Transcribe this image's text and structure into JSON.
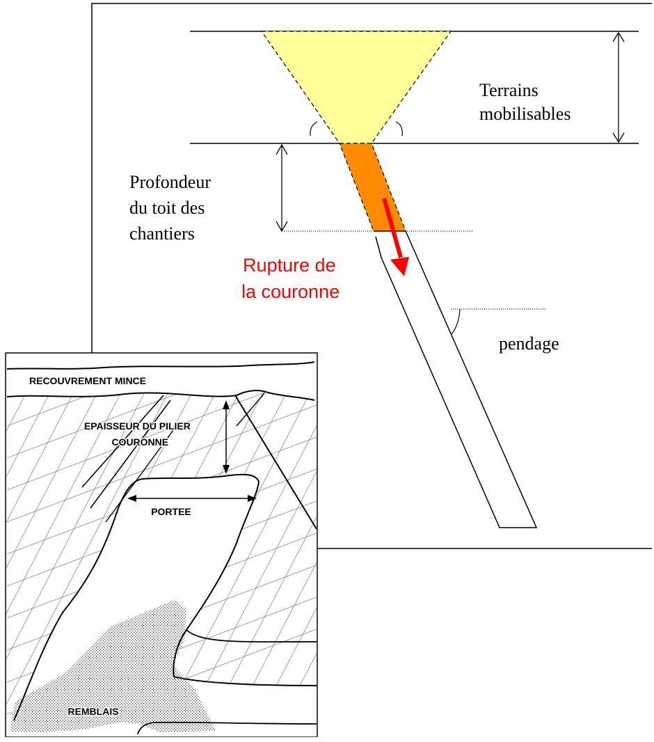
{
  "main_diagram": {
    "label_terrains": [
      "Terrains",
      "mobilisables"
    ],
    "label_profondeur": [
      "Profondeur",
      "du toit des",
      "chantiers"
    ],
    "label_rupture": [
      "Rupture de",
      "la couronne"
    ],
    "label_pendage": "pendage",
    "colors": {
      "cone_fill": "#ffff99",
      "crown_fill": "#ff8c00",
      "rupture_text": "#ff0000",
      "arrow": "#ff0000"
    }
  },
  "inset_diagram": {
    "label_recouvrement": "RECOUVREMENT MINCE",
    "label_epaisseur": [
      "EPAISSEUR DU PILIER",
      "COURONNE"
    ],
    "label_portee": "PORTEE",
    "label_remblais": "REMBLAIS"
  }
}
